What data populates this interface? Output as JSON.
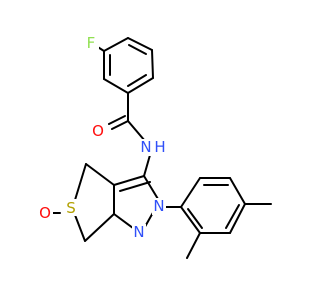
{
  "colors": {
    "F": "#90e050",
    "O": "#ff0d0d",
    "N": "#3050f8",
    "H": "#3050f8",
    "S": "#b2a000",
    "bond": "#000000"
  },
  "atoms": {
    "fluorine": "F",
    "carbonyl_oxygen": "O",
    "amide_nitrogen": "N",
    "amide_hydrogen": "H",
    "pyrazole_n1": "N",
    "pyrazole_n2": "N",
    "sulfur": "S",
    "sulfoxide_oxygen": "O"
  }
}
